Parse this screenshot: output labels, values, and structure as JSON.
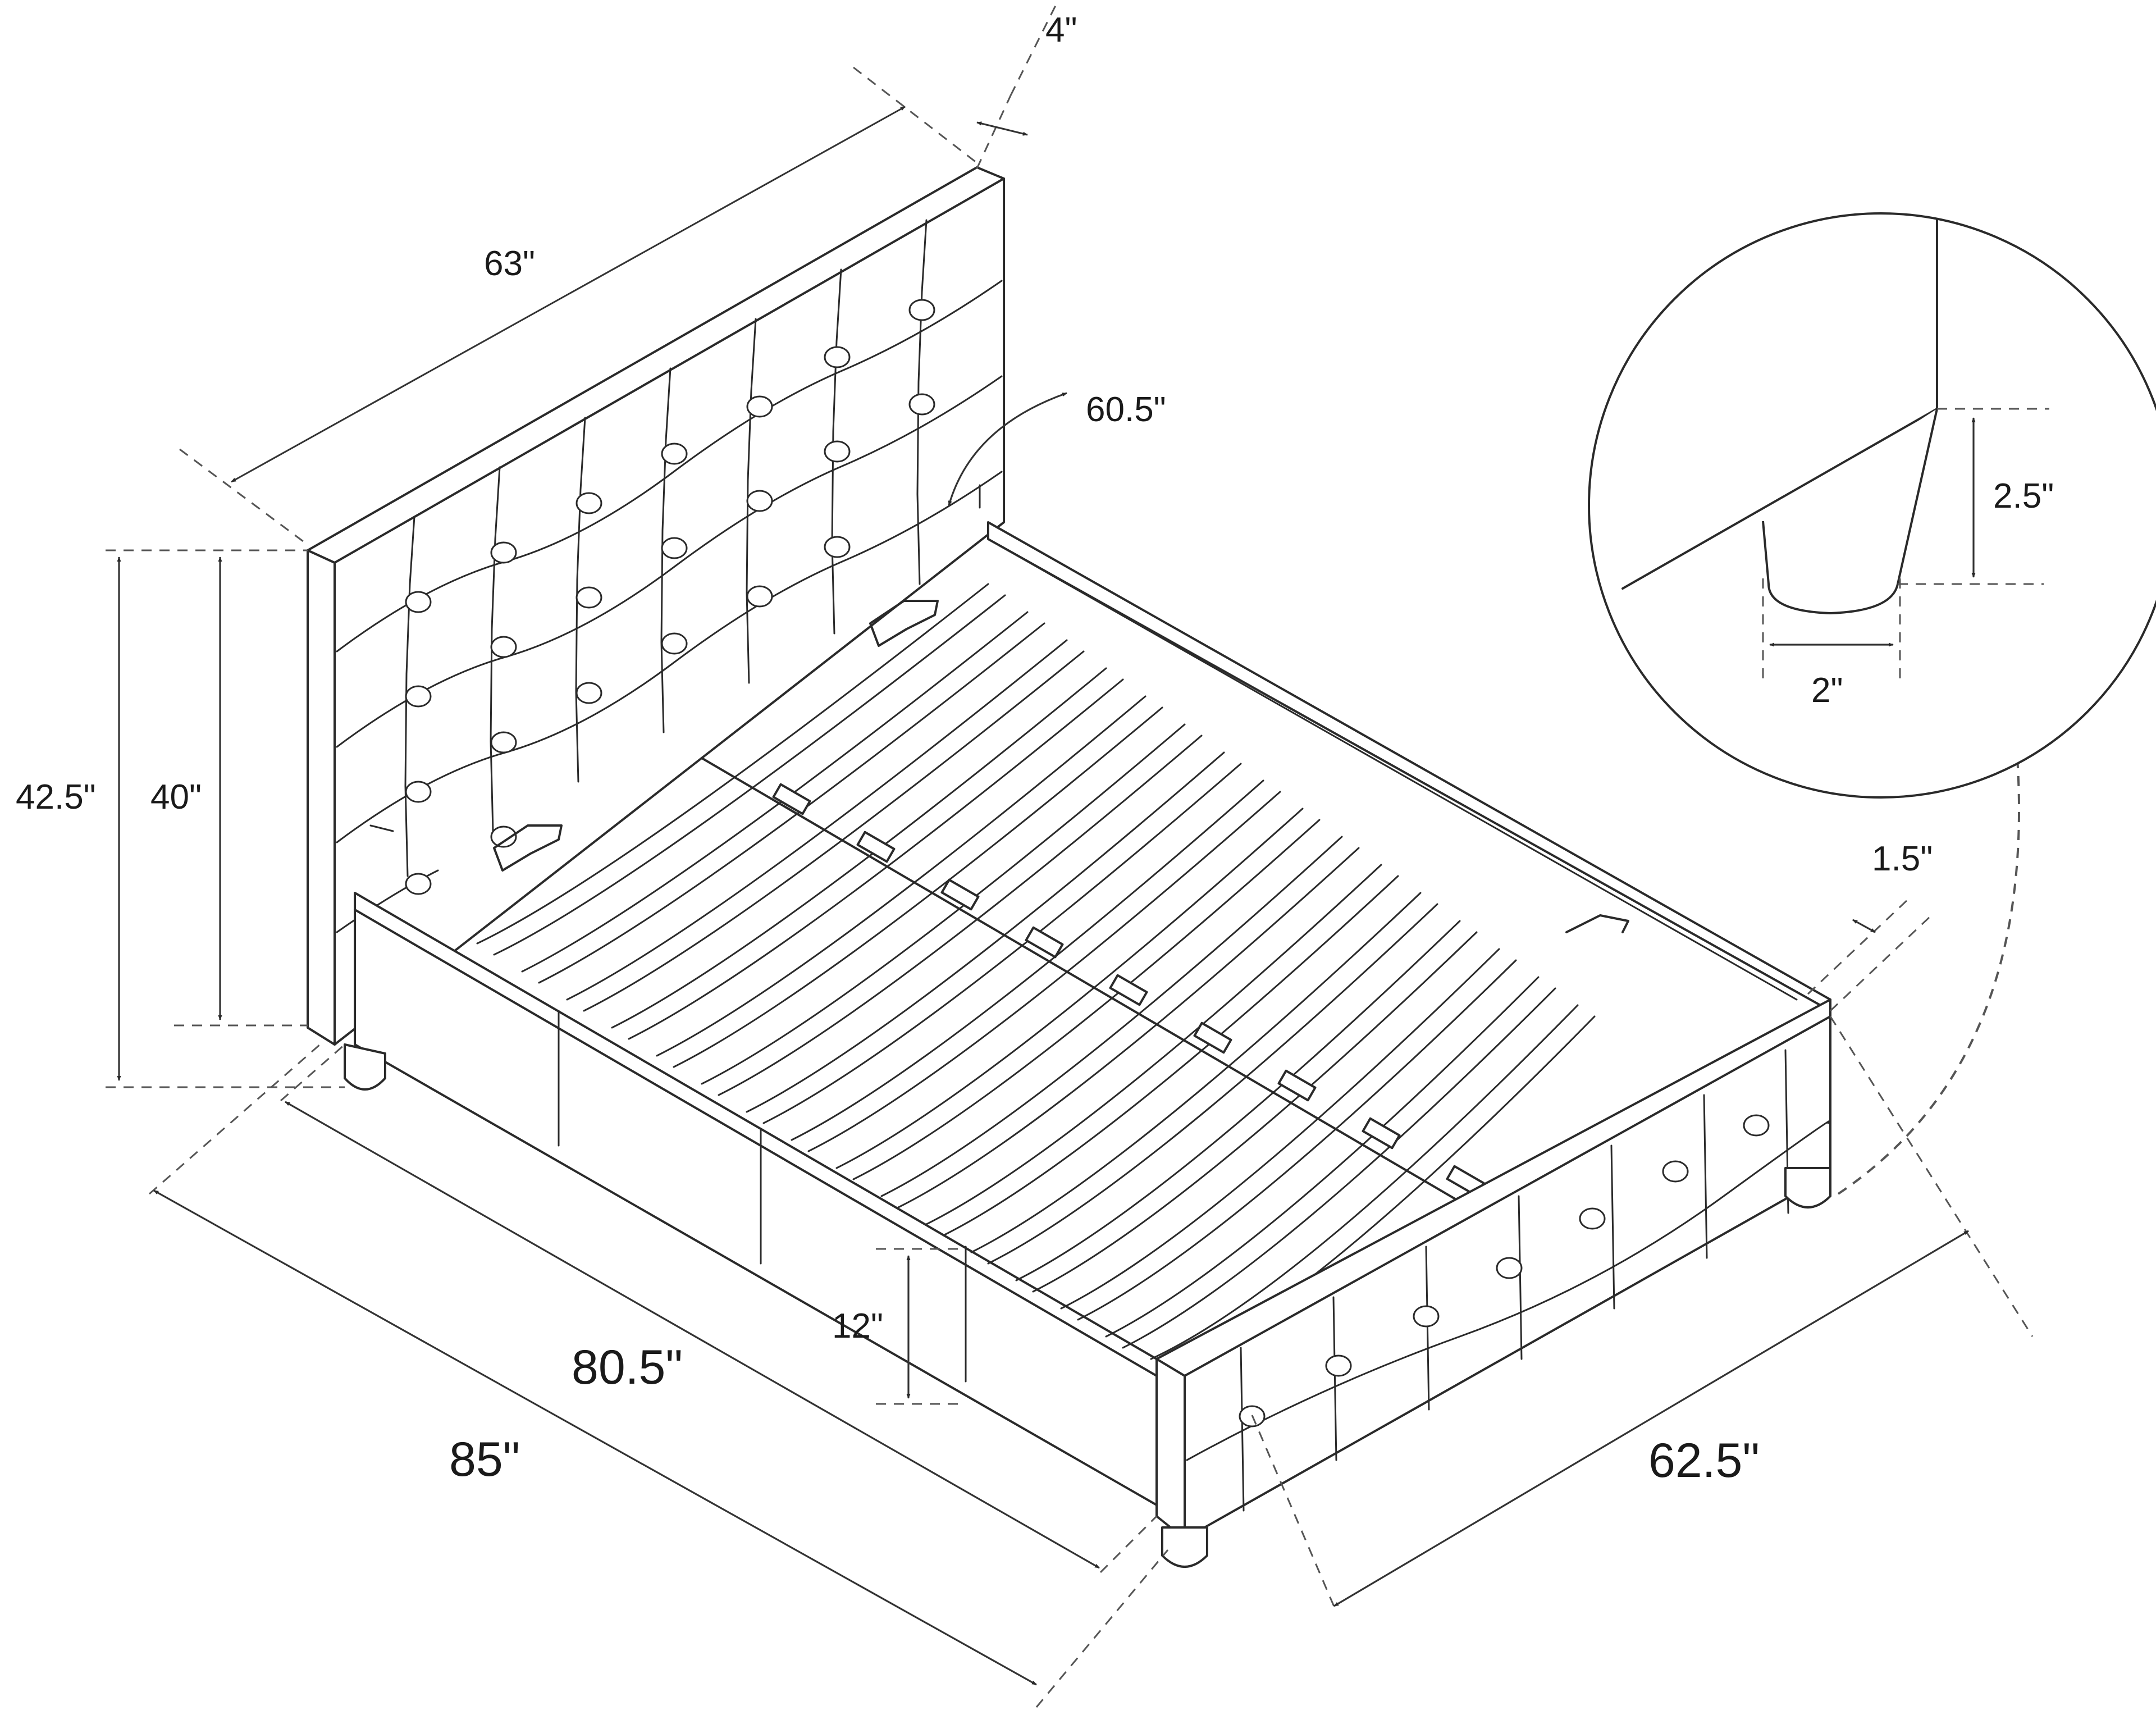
{
  "diagram": {
    "labels": {
      "headboard_width": "63\"",
      "headboard_depth": "4\"",
      "inner_width": "60.5\"",
      "total_height": "42.5\"",
      "headboard_height": "40\"",
      "rail_height": "12\"",
      "inner_length": "80.5\"",
      "total_length": "85\"",
      "total_width": "62.5\"",
      "rail_thickness": "1.5\"",
      "leg_height": "2.5\"",
      "leg_width": "2\""
    },
    "colors": {
      "line": "#2a2a2a",
      "background": "#ffffff"
    }
  }
}
